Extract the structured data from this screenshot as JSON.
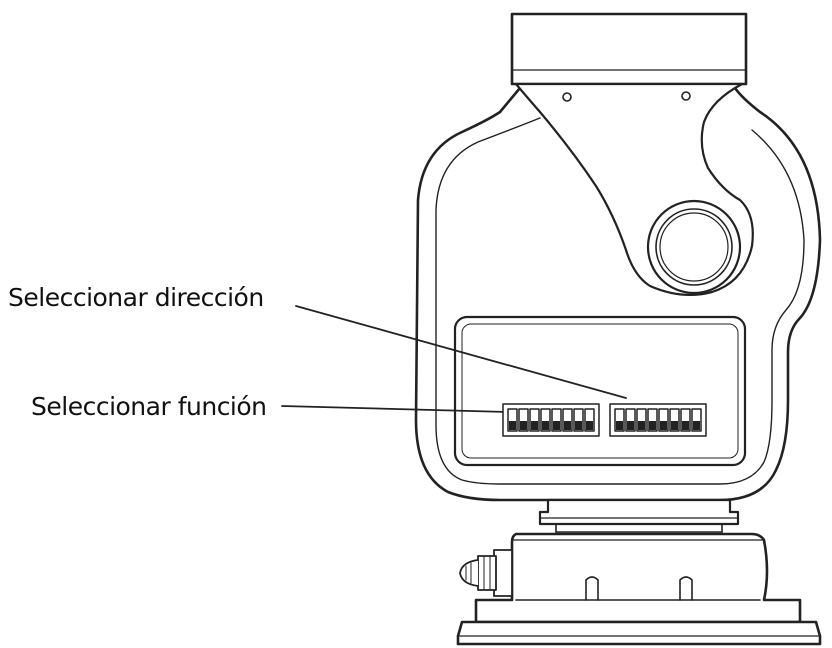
{
  "diagram": {
    "callouts": [
      {
        "id": "direction",
        "label": "Seleccionar dirección"
      },
      {
        "id": "function",
        "label": "Seleccionar función"
      }
    ],
    "colors": {
      "line": "#222222",
      "fill": "#ffffff",
      "background": "#ffffff"
    },
    "dip_switch_banks": [
      {
        "id": "function",
        "switch_count": 8
      },
      {
        "id": "direction",
        "switch_count": 8
      }
    ]
  }
}
